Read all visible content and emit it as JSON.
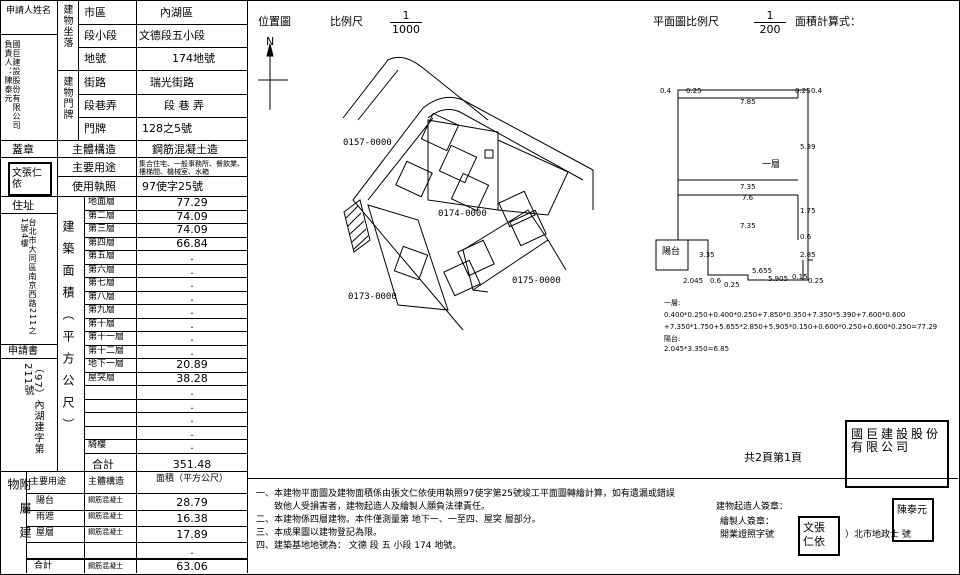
{
  "left_table": {
    "applicant_label": "申請人姓名",
    "applicant_name": "國巨建設股份有限公司 負責人：陳泰元",
    "seal_label": "蓋章",
    "seal_text": "文張仁依",
    "address_label": "住址",
    "address_value": "台北市大同區南京西路211之1號4樓",
    "application_label": "申請書",
    "application_value": "（97）內湖建字第211號",
    "location_label": "建物坐落",
    "location_rows": [
      {
        "label": "市區",
        "value": "內湖區"
      },
      {
        "label": "段小段",
        "value": "文德段五小段"
      },
      {
        "label": "地號",
        "value": "174地號"
      }
    ],
    "door_label": "建物門牌",
    "door_rows": [
      {
        "label": "街路",
        "value": "瑞光街路"
      },
      {
        "label": "段巷弄",
        "value": "段 巷 弄"
      },
      {
        "label": "門牌",
        "value": "128之5號"
      }
    ],
    "main_structure_label": "主體構造",
    "main_structure_value": "鋼筋混凝土造",
    "main_use_label": "主要用途",
    "main_use_value": "集合住宅、一般事務所、餐飲業、樓梯間、機械室、水箱",
    "permit_label": "使用執照",
    "permit_value": "97使字25號",
    "area_label": "建築面積（平方公尺）",
    "floors": [
      {
        "name": "地面層",
        "area": "77.29"
      },
      {
        "name": "第二層",
        "area": "74.09"
      },
      {
        "name": "第三層",
        "area": "74.09"
      },
      {
        "name": "第四層",
        "area": "66.84"
      },
      {
        "name": "第五層",
        "area": "."
      },
      {
        "name": "第六層",
        "area": "."
      },
      {
        "name": "第七層",
        "area": "."
      },
      {
        "name": "第八層",
        "area": "."
      },
      {
        "name": "第九層",
        "area": "."
      },
      {
        "name": "第十層",
        "area": "."
      },
      {
        "name": "第十一層",
        "area": "."
      },
      {
        "name": "第十二層",
        "area": "."
      },
      {
        "name": "地下一層",
        "area": "20.89"
      },
      {
        "name": "屋突層",
        "area": "38.28"
      },
      {
        "name": "",
        "area": "."
      },
      {
        "name": "",
        "area": "."
      },
      {
        "name": "",
        "area": "."
      },
      {
        "name": "",
        "area": "."
      },
      {
        "name": "騎樓",
        "area": "."
      }
    ],
    "total_label": "合計",
    "total_value": "351.48",
    "annex_label": "附屬建物",
    "annex_header": {
      "use": "主要用途",
      "structure": "主體構造",
      "area": "面積（平方公尺）"
    },
    "annex_rows": [
      {
        "use": "陽台",
        "structure": "鋼筋混凝土",
        "area": "28.79"
      },
      {
        "use": "雨遮",
        "structure": "鋼筋混凝土",
        "area": "16.38"
      },
      {
        "use": "屋層",
        "structure": "鋼筋混凝土",
        "area": "17.89"
      },
      {
        "use": "",
        "structure": "",
        "area": "."
      }
    ],
    "annex_total_label": "合計",
    "annex_total_structure": "鋼筋混凝土",
    "annex_total_value": "63.06"
  },
  "site_plan": {
    "title": "位置圖",
    "scale_label": "比例尺",
    "scale_num": "1",
    "scale_den": "1000",
    "north": "N",
    "parcels": [
      "0157-0000",
      "0174-0000",
      "0175-0000",
      "0173-0000"
    ]
  },
  "floor_plan": {
    "title": "平面圖比例尺",
    "scale_num": "1",
    "scale_den": "200",
    "calc_label": "面積計算式：",
    "room_label": "一層",
    "balcony_label": "陽台",
    "dims": [
      "0.4",
      "0.25",
      "7.85",
      "0.25",
      "0.4",
      "5.39",
      "7.35",
      "7.6",
      "1.75",
      "7.35",
      "0.6",
      "2.85",
      "3.35",
      "2.045",
      "0.6",
      "0.25",
      "5.655",
      "5.905",
      "0.15",
      "0.25"
    ],
    "formula_title_1": "一層:",
    "formula_1a": "0.400*0.250+0.400*0.250+7.850*0.350+7.350*5.390+7.600*0.600",
    "formula_1b": "+7.350*1.750+5.655*2.850+5.905*0.150+0.600*0.250+0.600*0.250=77.29",
    "formula_title_2": "陽台:",
    "formula_2": "2.045*3.350=6.85"
  },
  "footer": {
    "page_info": "共2頁第1頁",
    "notes": [
      "一、本建物平面圖及建物面積係由張文仁依使用執照97使字第25號竣工平面圖轉繪計算，如有遺漏或錯誤",
      "　　致他人受損害者，建物起造人及繪製人願負法律責任。",
      "二、本建物係四層建物。本件僅測量第 地下一、一至四、屋突 層部分。",
      "三、本成果圖以建物登記為限。",
      "四、建築基地地號為：  文德 段 五 小段 174 地號。"
    ],
    "owner_seal_label": "建物起造人簽章：",
    "drafter_seal_label": "繪製人簽章：",
    "license_label": "開業證照字號",
    "license_value": "）北市地政士 號",
    "stamp_company": "國巨建設股份有限公司",
    "stamp_person": "陳泰元",
    "stamp_drafter": "文張仁依"
  }
}
